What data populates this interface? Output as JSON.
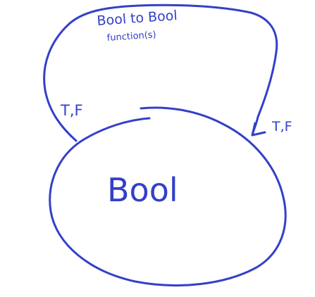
{
  "diagram": {
    "colors": {
      "ink": "#3340c8",
      "background": "#ffffff"
    },
    "nodes": {
      "function_set": {
        "title_line1": "Bool to Bool",
        "title_line2": "function(s)"
      },
      "bool_set": {
        "label": "Bool"
      }
    },
    "edges": {
      "left_edge_label": "T,F",
      "right_edge_label": "T,F"
    }
  }
}
